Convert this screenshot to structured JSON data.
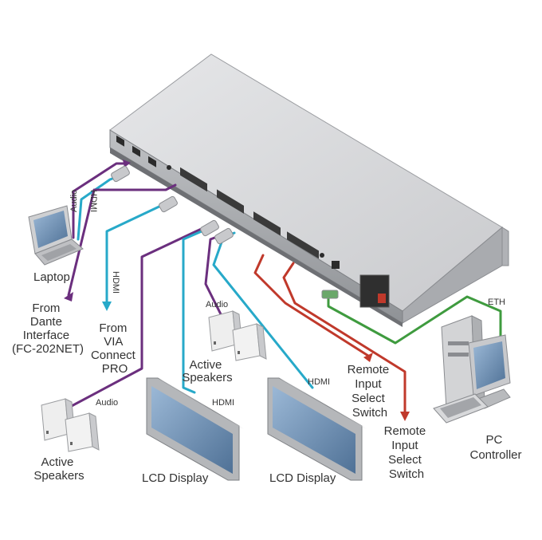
{
  "labels": {
    "laptop": "Laptop",
    "audio_laptop": "Audio",
    "hdmi_laptop": "HDMI",
    "from_dante": [
      "From",
      "Dante",
      "Interface",
      "(FC-202NET)"
    ],
    "hdmi_via": "HDMI",
    "from_via": [
      "From",
      "VIA",
      "Connect",
      "PRO"
    ],
    "audio_mid": "Audio",
    "active_speakers_mid": [
      "Active",
      "Speakers"
    ],
    "audio_left": "Audio",
    "active_speakers_left": [
      "Active",
      "Speakers"
    ],
    "hdmi_display1": "HDMI",
    "hdmi_display2": "HDMI",
    "lcd_display_1": "LCD Display",
    "lcd_display_2": "LCD Display",
    "remote_switch_1": [
      "Remote",
      "Input",
      "Select",
      "Switch"
    ],
    "remote_switch_2": [
      "Remote",
      "Input",
      "Select",
      "Switch"
    ],
    "eth": "ETH",
    "pc_controller": [
      "PC",
      "Controller"
    ]
  },
  "colors": {
    "audio_cable": "#6b2f7e",
    "hdmi_cable": "#27a9c9",
    "remote_cable": "#c0392b",
    "eth_cable": "#3f9b3f",
    "device_body": "#d9dadc",
    "display_screen": "#6f94b8"
  }
}
